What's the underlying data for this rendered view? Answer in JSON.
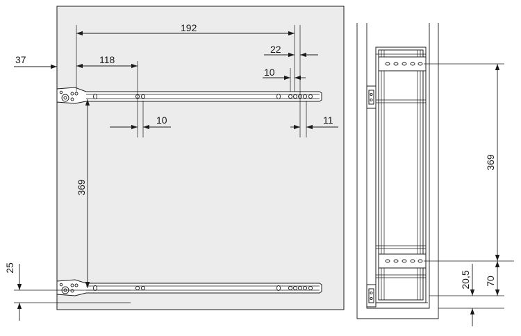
{
  "front_view": {
    "dimensions": {
      "bracket_span": "192",
      "first_hole": "118",
      "front_setback": "37",
      "rear_spacing": "22",
      "rear_hole_offset": "10",
      "front_hole_offset": "10",
      "rear_end_offset": "11",
      "runner_distance": "369",
      "bottom_runner_height": "25"
    }
  },
  "side_view": {
    "dimensions": {
      "runner_distance": "369",
      "lower_slot_height": "70",
      "lower_offset": "20,5"
    }
  },
  "colors": {
    "line": "#1a1a1a",
    "panel_fill": "#ececec",
    "background": "#ffffff"
  }
}
